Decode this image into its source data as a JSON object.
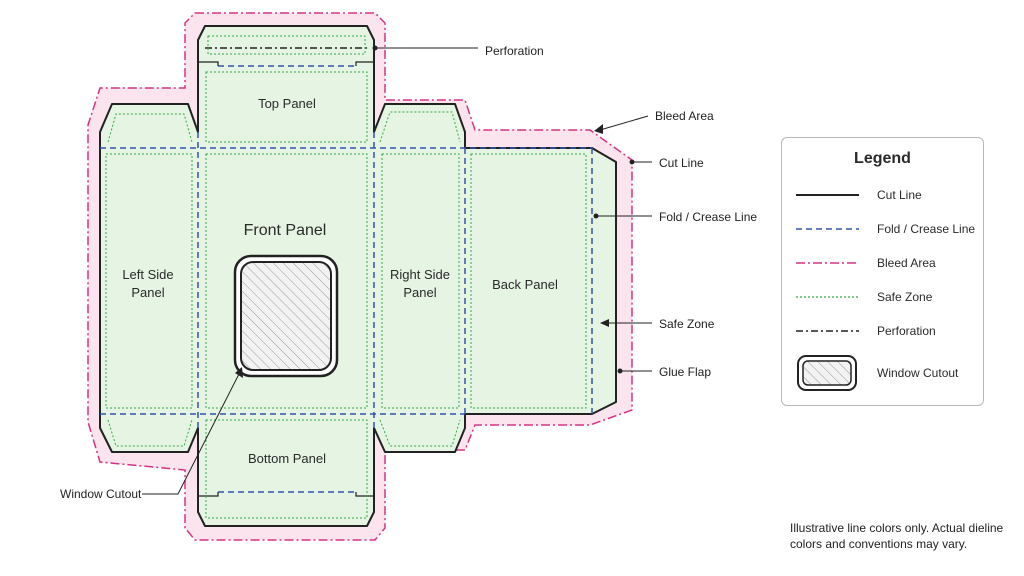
{
  "panels": {
    "top": "Top Panel",
    "front": "Front Panel",
    "left_side_line1": "Left Side",
    "left_side_line2": "Panel",
    "right_side_line1": "Right Side",
    "right_side_line2": "Panel",
    "back": "Back Panel",
    "bottom": "Bottom Panel"
  },
  "callouts": {
    "perforation": "Perforation",
    "bleed_area": "Bleed Area",
    "cut_line": "Cut Line",
    "fold_crease": "Fold / Crease Line",
    "safe_zone": "Safe Zone",
    "glue_flap": "Glue Flap",
    "window_cutout": "Window Cutout"
  },
  "legend": {
    "title": "Legend",
    "items": [
      {
        "label": "Cut Line",
        "style": "solid",
        "color": "#222222"
      },
      {
        "label": "Fold / Crease Line",
        "style": "dashed",
        "color": "#3355aa"
      },
      {
        "label": "Bleed Area",
        "style": "dash-dot",
        "color": "#d63384"
      },
      {
        "label": "Safe Zone",
        "style": "dotted",
        "color": "#33aa44"
      },
      {
        "label": "Perforation",
        "style": "dash-dot",
        "color": "#222222"
      },
      {
        "label": "Window Cutout",
        "style": "window",
        "color": "#222222"
      }
    ]
  },
  "note": {
    "line1": "Illustrative line colors only. Actual dieline",
    "line2": "colors and conventions may vary."
  },
  "colors": {
    "panel_fill": "#e6f4e3",
    "bleed_fill": "#fce4ef",
    "bleed_line": "#d63384",
    "crease_line": "#3355aa",
    "safe_line": "#33aa44",
    "cut_line": "#222222"
  }
}
